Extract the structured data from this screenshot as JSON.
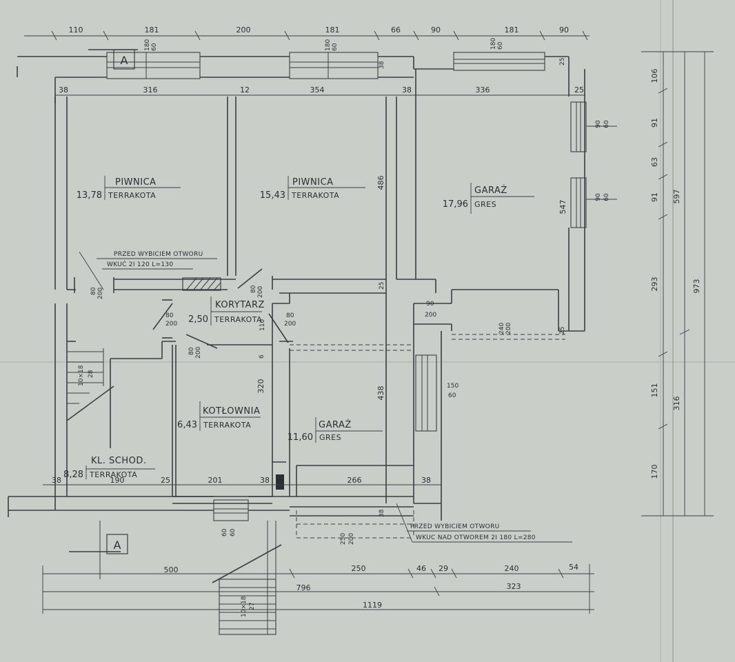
{
  "rooms": {
    "piwnica_1": {
      "name": "PIWNICA",
      "area": "13,78",
      "floor": "TERRAKOTA"
    },
    "piwnica_2": {
      "name": "PIWNICA",
      "area": "15,43",
      "floor": "TERRAKOTA"
    },
    "garaz_1": {
      "name": "GARAŻ",
      "area": "17,96",
      "floor": "GRES"
    },
    "korytarz": {
      "name": "KORYTARZ",
      "area": "2,50",
      "floor": "TERRAKOTA"
    },
    "kotlownia": {
      "name": "KOTŁOWNIA",
      "area": "6,43",
      "floor": "TERRAKOTA"
    },
    "garaz_2": {
      "name": "GARAŻ",
      "area": "11,60",
      "floor": "GRES"
    },
    "klatka": {
      "name": "KL. SCHOD.",
      "area": "8,28",
      "floor": "TERRAKOTA"
    }
  },
  "section_marks": {
    "top": "A",
    "bottom": "A"
  },
  "notes": {
    "upper": {
      "line1": "PRZED WYBICIEM OTWORU",
      "line2": "WKUĆ 2I 120 L=130"
    },
    "lower": {
      "line1": "PRZED WYBICIEM OTWORU",
      "line2": "WKUC NAD OTWOREM 2I 180 L=280"
    }
  },
  "stairs": {
    "upper": "10×18",
    "upper_count": "28",
    "lower": "10×18",
    "lower_count": "27"
  },
  "top_dims": [
    "110",
    "181",
    "200",
    "181",
    "66",
    "90",
    "181",
    "90"
  ],
  "window_dims": {
    "w1_a": "180",
    "w1_b": "60",
    "w2_a": "180",
    "w2_b": "60",
    "w3_a": "180",
    "w3_b": "60",
    "w2_side": "38"
  },
  "inner_top_dims": [
    "38",
    "316",
    "12",
    "354",
    "38",
    "336",
    "25"
  ],
  "right_dims": [
    "106",
    "91",
    "63",
    "91",
    "293",
    "151",
    "170"
  ],
  "right_totals": {
    "t1": "597",
    "t2": "316",
    "t3": "973"
  },
  "right_windows": {
    "a1": "90",
    "a2": "60",
    "b1": "90",
    "b2": "60"
  },
  "right_inner": {
    "garage_depth": "547",
    "corner_top": "25",
    "corner_bottom": "25"
  },
  "middle_dims": {
    "piwnica2_height": "486",
    "wall_25": "25",
    "door_k1_a": "80",
    "door_k1_b": "200",
    "door_k2_a": "80",
    "door_k2_b": "200",
    "door_k3_a": "80",
    "door_k3_b": "200",
    "door_k4_a": "80",
    "door_k4_b": "200",
    "door_k5_a": "80",
    "door_k5_b": "200",
    "door_g_a": "90",
    "door_g_b": "200",
    "garage_door_a": "240",
    "garage_door_b": "200",
    "kor_110": "110",
    "kot_6": "6",
    "kot_height": "320",
    "gar2_height": "438",
    "win_side_a": "150",
    "win_side_b": "60"
  },
  "bottom_dims": {
    "b38a": "38",
    "b190": "190",
    "b25": "25",
    "b201": "201",
    "b38b": "38",
    "b266": "266",
    "b38c": "38",
    "w_bot_a": "60",
    "w_bot_b": "60",
    "gate_a": "250",
    "gate_b": "200",
    "sill": "38"
  },
  "base_dims": {
    "d500": "500",
    "d250": "250",
    "d46": "46",
    "d29": "29",
    "d240": "240",
    "d54": "54",
    "d796": "796",
    "d323": "323",
    "d1119": "1119"
  }
}
